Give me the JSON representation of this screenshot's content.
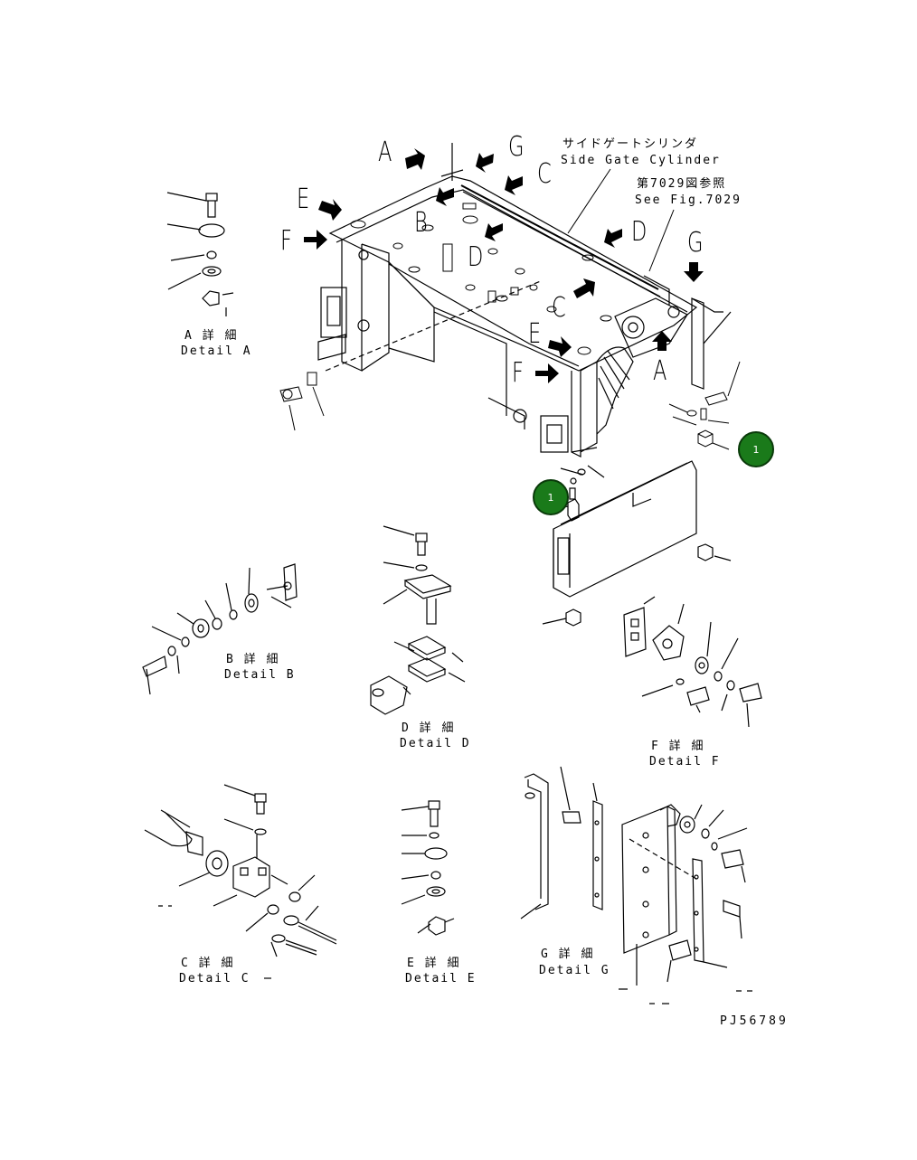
{
  "callouts": {
    "side_gate_jp": "サイドゲートシリンダ",
    "side_gate_en": "Side Gate Cylinder",
    "fig_ref_jp": "第7029図参照",
    "fig_ref_en": "See Fig.7029"
  },
  "view_letters": {
    "a1": "A",
    "g1": "G",
    "e1": "E",
    "b1": "B",
    "c1": "C",
    "f1": "F",
    "d1": "D",
    "d2": "D",
    "c2": "C",
    "g2": "G",
    "e2": "E",
    "f2": "F",
    "a2": "A"
  },
  "details": {
    "a": {
      "jp": "A 詳 細",
      "en": "Detail A"
    },
    "b": {
      "jp": "B 詳 細",
      "en": "Detail B"
    },
    "d": {
      "jp": "D 詳 細",
      "en": "Detail D"
    },
    "f": {
      "jp": "F 詳 細",
      "en": "Detail F"
    },
    "c": {
      "jp": "C 詳 細",
      "en": "Detail C"
    },
    "e": {
      "jp": "E 詳 細",
      "en": "Detail E"
    },
    "g": {
      "jp": "G 詳 細",
      "en": "Detail G"
    }
  },
  "badges": [
    {
      "label": "1",
      "color": "#1a7a1a"
    },
    {
      "label": "1",
      "color": "#1a7a1a"
    }
  ],
  "drawing_number": "PJ56789"
}
